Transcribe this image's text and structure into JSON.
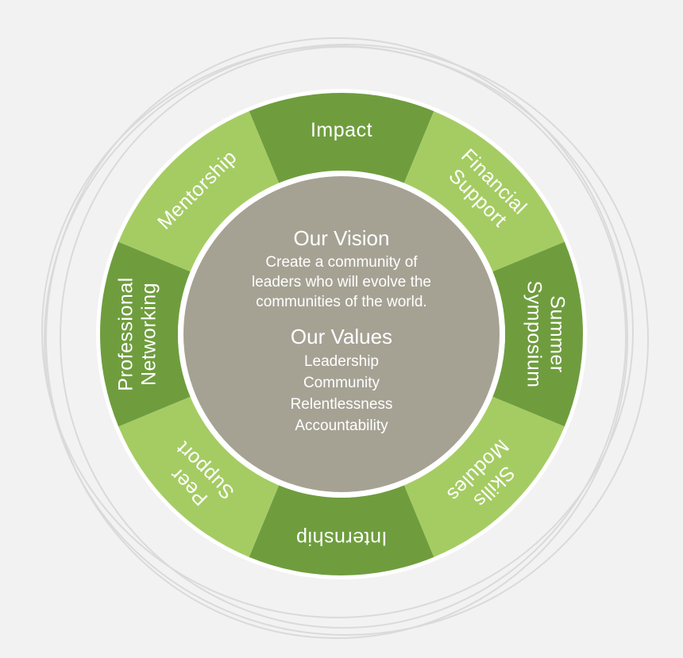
{
  "colors": {
    "background": "#f2f2f2",
    "segment_dark": "#6f9d3e",
    "segment_light": "#a5cc63",
    "center_fill": "#a5a294",
    "rings": "#dadada",
    "text": "#ffffff"
  },
  "segments": [
    {
      "lines": [
        "Impact"
      ],
      "shade": "dark"
    },
    {
      "lines": [
        "Financial",
        "Support"
      ],
      "shade": "light"
    },
    {
      "lines": [
        "Summer",
        "Symposium"
      ],
      "shade": "dark"
    },
    {
      "lines": [
        "Skills",
        "Modules"
      ],
      "shade": "light"
    },
    {
      "lines": [
        "Internship"
      ],
      "shade": "dark"
    },
    {
      "lines": [
        "Peer",
        "Support"
      ],
      "shade": "light"
    },
    {
      "lines": [
        "Professional",
        "Networking"
      ],
      "shade": "dark"
    },
    {
      "lines": [
        "Mentorship"
      ],
      "shade": "light"
    }
  ],
  "center": {
    "vision_title": "Our Vision",
    "vision_lines": [
      "Create a community of",
      "leaders who will evolve the",
      "communities of the world."
    ],
    "values_title": "Our Values",
    "values": [
      "Leadership",
      "Community",
      "Relentlessness",
      "Accountability"
    ]
  }
}
